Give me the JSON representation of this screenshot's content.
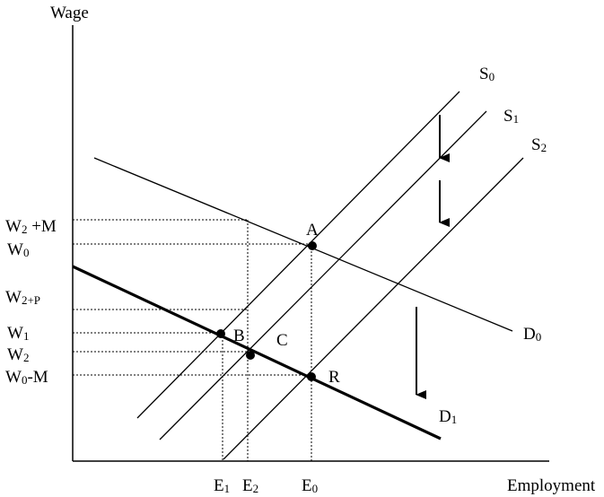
{
  "axes": {
    "y_label": "Wage",
    "x_label": "Employment"
  },
  "wage_levels": [
    {
      "id": "w2pm",
      "base": "W",
      "sub": "2",
      "suffix": " +M"
    },
    {
      "id": "w0",
      "base": "W",
      "sub": "0",
      "suffix": ""
    },
    {
      "id": "w2pp",
      "base": "W",
      "sub": "2+P",
      "suffix": ""
    },
    {
      "id": "w1",
      "base": "W",
      "sub": "1",
      "suffix": ""
    },
    {
      "id": "w2",
      "base": "W",
      "sub": "2",
      "suffix": ""
    },
    {
      "id": "w0mm",
      "base": "W",
      "sub": "0",
      "suffix": "-M"
    }
  ],
  "employment_levels": [
    {
      "id": "e1",
      "base": "E",
      "sub": "1"
    },
    {
      "id": "e2",
      "base": "E",
      "sub": "2"
    },
    {
      "id": "e0",
      "base": "E",
      "sub": "0"
    }
  ],
  "curves": [
    {
      "id": "s0",
      "base": "S",
      "sub": "0"
    },
    {
      "id": "s1",
      "base": "S",
      "sub": "1"
    },
    {
      "id": "s2",
      "base": "S",
      "sub": "2"
    },
    {
      "id": "d0",
      "base": "D",
      "sub": "0"
    },
    {
      "id": "d1",
      "base": "D",
      "sub": "1"
    }
  ],
  "points": [
    {
      "id": "a",
      "label": "A"
    },
    {
      "id": "b",
      "label": "B"
    },
    {
      "id": "c",
      "label": "C"
    },
    {
      "id": "r",
      "label": "R"
    }
  ],
  "colors": {
    "ink": "#000000",
    "background": "#ffffff"
  }
}
